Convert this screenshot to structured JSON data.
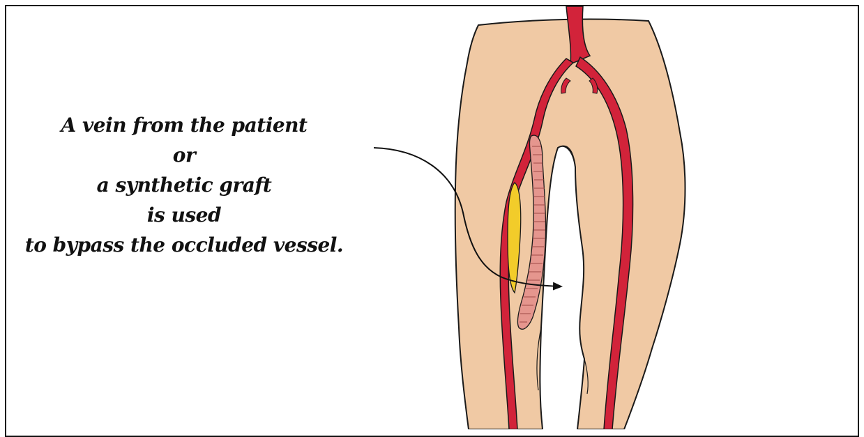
{
  "caption": {
    "line1": "A vein from the patient",
    "line2": "or",
    "line3": "a synthetic graft",
    "line4": "is used",
    "line5": "to bypass the occluded vessel."
  },
  "colors": {
    "skin": "#F0C9A4",
    "artery": "#D2233A",
    "graft": "#E5968E",
    "occlusion": "#F2CC2A",
    "outline": "#1A1A1A"
  },
  "icons": {
    "illustration": "legs-bypass-graft-illustration"
  }
}
